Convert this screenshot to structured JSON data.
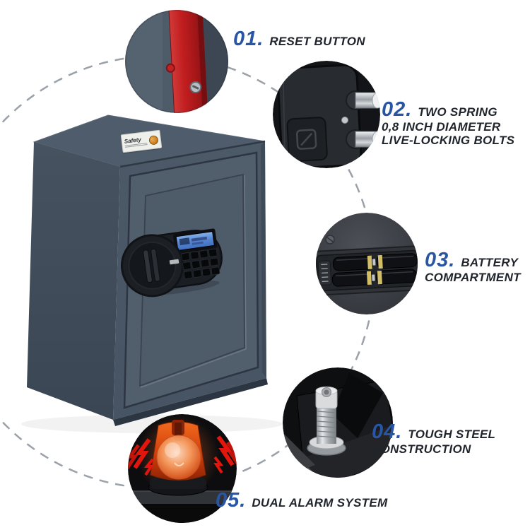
{
  "sticker": {
    "brand": "Safety"
  },
  "callouts": [
    {
      "number": "01.",
      "lines": [
        "RESET BUTTON"
      ]
    },
    {
      "number": "02.",
      "lines": [
        "TWO SPRING",
        "0,8 INCH DIAMETER",
        "LIVE-LOCKING BOLTS"
      ]
    },
    {
      "number": "03.",
      "lines": [
        "BATTERY",
        "COMPARTMENT"
      ]
    },
    {
      "number": "04.",
      "lines": [
        "TOUGH STEEL",
        "CONSTRUCTION"
      ]
    },
    {
      "number": "05.",
      "lines": [
        "DUAL ALARM SYSTEM"
      ]
    }
  ],
  "colors": {
    "accent_blue": "#2856a4",
    "label_text": "#20242c",
    "dash_gray": "#9aa1a8",
    "safe_front": "#515e6c",
    "safe_left": "#404c5a",
    "safe_top": "#4f5c6b",
    "reset_red": "#c21e20",
    "alarm_red": "#e2160c",
    "battery_gold": "#d2be66",
    "chrome": "#d7d9db"
  }
}
